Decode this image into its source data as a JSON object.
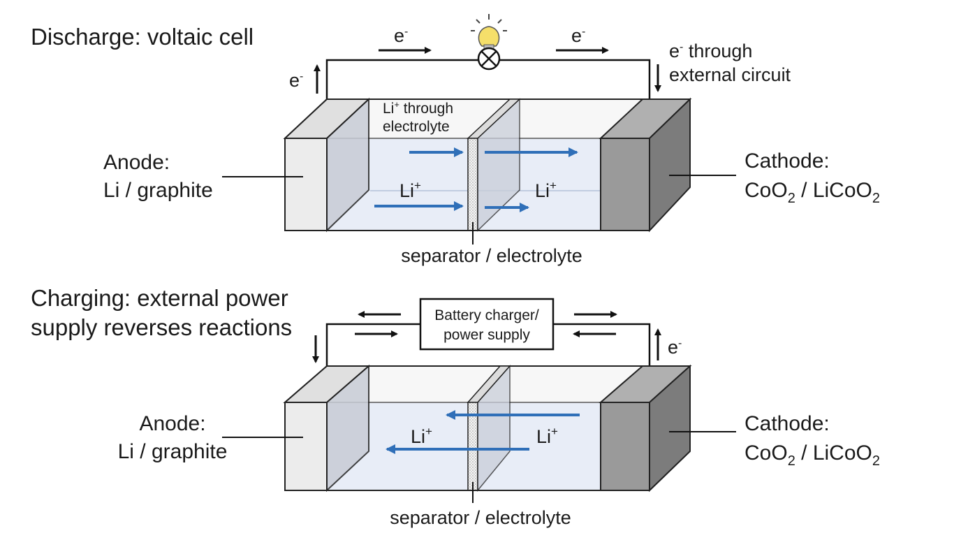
{
  "discharge": {
    "title": "Discharge: voltaic cell",
    "e_left": "e",
    "e_right": "e",
    "e_up": "e",
    "e_note_line1": "e",
    "e_note_line2": " through",
    "e_note_line3": "external circuit",
    "li_through_line1": "Li",
    "li_through_line2": " through",
    "li_through_line3": "electrolyte",
    "li_left": "Li",
    "li_right": "Li",
    "separator": "separator / electrolyte",
    "anode_line1": "Anode:",
    "anode_line2": "Li / graphite",
    "cathode_line1": "Cathode:",
    "cathode_co": "CoO",
    "cathode_sep": " / LiCoO",
    "sub2": "2"
  },
  "charging": {
    "title_line1": "Charging: external power",
    "title_line2": "supply reverses reactions",
    "charger_line1": "Battery charger/",
    "charger_line2": "power supply",
    "e_up": "e",
    "li_left": "Li",
    "li_right": "Li",
    "separator": "separator / electrolyte",
    "anode_line1": "Anode:",
    "anode_line2": "Li / graphite",
    "cathode_line1": "Cathode:",
    "cathode_co": "CoO",
    "cathode_sep": " / LiCoO",
    "sub2": "2"
  },
  "symbols": {
    "minus": "-",
    "plus": "+"
  },
  "colors": {
    "li_arrow": "#2f6fb8",
    "electrolyte": "#e8edf7",
    "anode_face": "#ececec",
    "cathode_face": "#8a8a8a"
  }
}
